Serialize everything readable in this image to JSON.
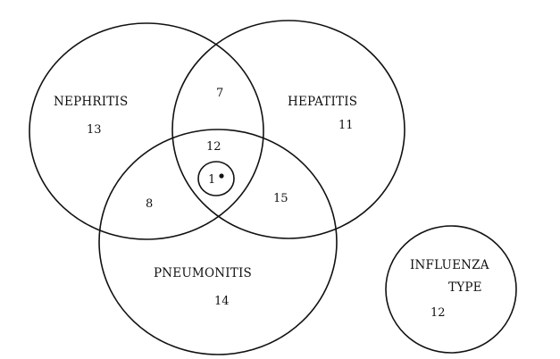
{
  "diagram": {
    "sets": [
      {
        "key": "nephritis",
        "label": "NEPHRITIS",
        "only_count": "13"
      },
      {
        "key": "hepatitis",
        "label": "HEPATITIS",
        "only_count": "11"
      },
      {
        "key": "pneumonitis",
        "label": "PNEUMONITIS",
        "only_count": "14"
      },
      {
        "key": "influenza",
        "label_line1": "INFLUENZA",
        "label_line2": "TYPE",
        "only_count": "12"
      }
    ],
    "intersections": {
      "nephritis_hepatitis": "7",
      "nephritis_pneumonitis": "8",
      "hepatitis_pneumonitis": "15",
      "all_three_ring": "12",
      "inner_core": "1"
    },
    "colors": {
      "stroke": "#111111",
      "background": "#ffffff"
    }
  }
}
